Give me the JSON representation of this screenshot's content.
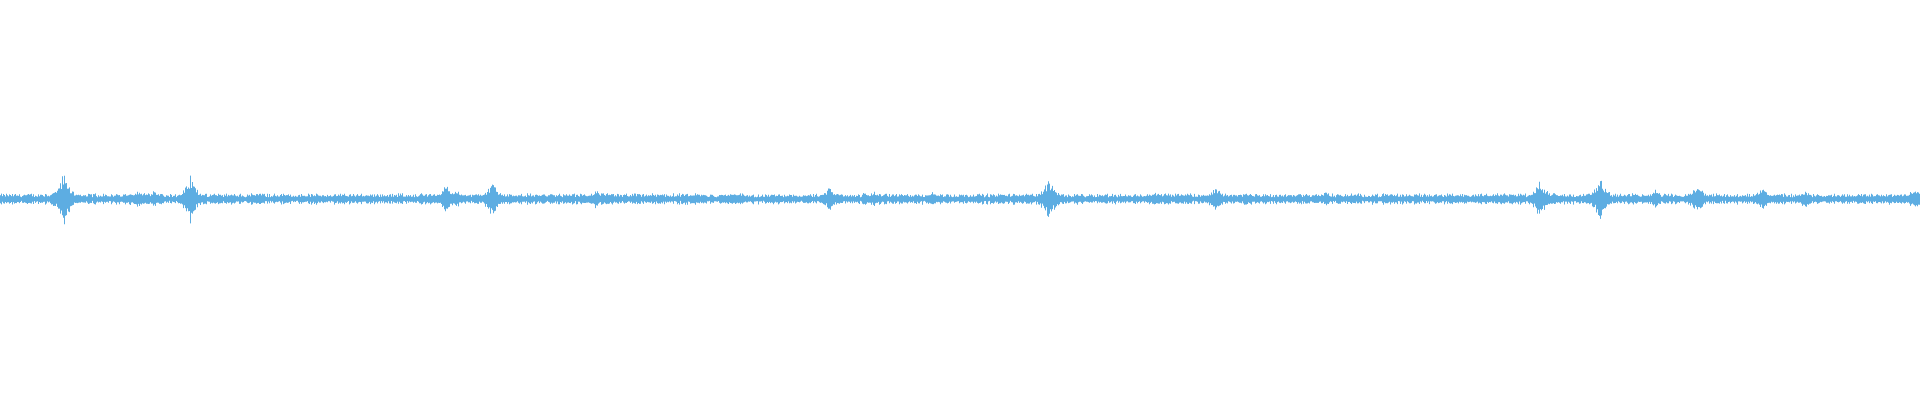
{
  "waveform": {
    "wave_color": "#5DADE2",
    "background_color": "#FFFFFF",
    "baseline_amplitude": 0.012,
    "noise_amplitude": 0.018,
    "duration_fraction_bursts": [
      {
        "position": 0.033,
        "amplitude": 0.14
      },
      {
        "position": 0.067,
        "amplitude": 0.04
      },
      {
        "position": 0.072,
        "amplitude": 0.05
      },
      {
        "position": 0.08,
        "amplitude": 0.05
      },
      {
        "position": 0.099,
        "amplitude": 0.13
      },
      {
        "position": 0.135,
        "amplitude": 0.04
      },
      {
        "position": 0.192,
        "amplitude": 0.03
      },
      {
        "position": 0.232,
        "amplitude": 0.08
      },
      {
        "position": 0.238,
        "amplitude": 0.05
      },
      {
        "position": 0.256,
        "amplitude": 0.1
      },
      {
        "position": 0.31,
        "amplitude": 0.05
      },
      {
        "position": 0.362,
        "amplitude": 0.03
      },
      {
        "position": 0.381,
        "amplitude": 0.04
      },
      {
        "position": 0.432,
        "amplitude": 0.07
      },
      {
        "position": 0.455,
        "amplitude": 0.04
      },
      {
        "position": 0.485,
        "amplitude": 0.04
      },
      {
        "position": 0.546,
        "amplitude": 0.12
      },
      {
        "position": 0.602,
        "amplitude": 0.04
      },
      {
        "position": 0.633,
        "amplitude": 0.07
      },
      {
        "position": 0.69,
        "amplitude": 0.04
      },
      {
        "position": 0.748,
        "amplitude": 0.03
      },
      {
        "position": 0.779,
        "amplitude": 0.03
      },
      {
        "position": 0.802,
        "amplitude": 0.11
      },
      {
        "position": 0.833,
        "amplitude": 0.12
      },
      {
        "position": 0.862,
        "amplitude": 0.05
      },
      {
        "position": 0.884,
        "amplitude": 0.09
      },
      {
        "position": 0.918,
        "amplitude": 0.07
      },
      {
        "position": 0.94,
        "amplitude": 0.05
      },
      {
        "position": 0.997,
        "amplitude": 0.06
      }
    ]
  }
}
